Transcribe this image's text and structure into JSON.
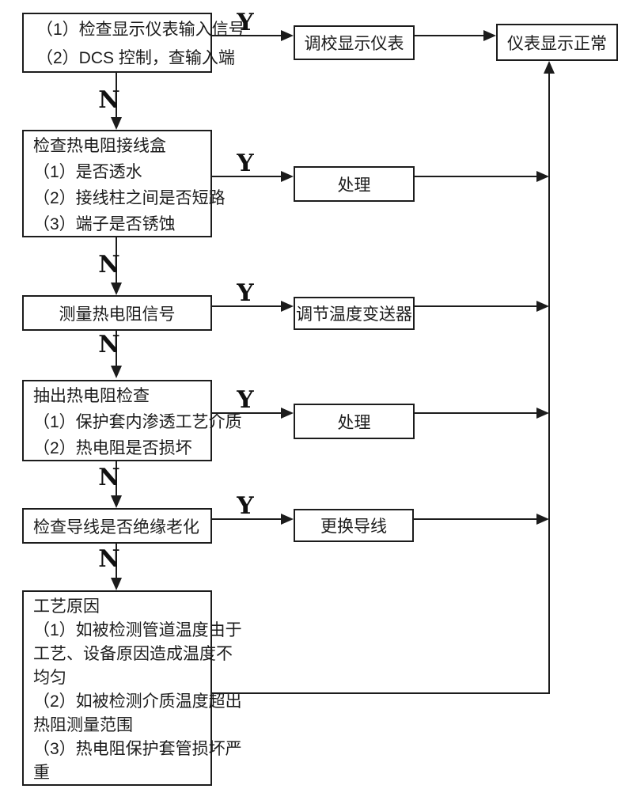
{
  "colors": {
    "ink": "#1c1c1c",
    "background": "#ffffff"
  },
  "flowchart": {
    "labels": {
      "yes": "Y",
      "no": "N"
    },
    "nodes": {
      "check_input": {
        "lines": [
          "（1）检查显示仪表输入信号",
          "（2）DCS 控制，查输入端"
        ]
      },
      "calibrate_display": {
        "label": "调校显示仪表"
      },
      "display_normal": {
        "label": "仪表显示正常"
      },
      "check_junction_box": {
        "lines": [
          "检查热电阻接线盒",
          "（1）是否透水",
          "（2）接线柱之间是否短路",
          "（3）端子是否锈蚀"
        ]
      },
      "handle_1": {
        "label": "处理"
      },
      "measure_signal": {
        "label": "测量热电阻信号"
      },
      "adjust_transmitter": {
        "label": "调节温度变送器"
      },
      "extract_check": {
        "lines": [
          "抽出热电阻检查",
          "（1）保护套内渗透工艺介质",
          "（2）热电阻是否损坏"
        ]
      },
      "handle_2": {
        "label": "处理"
      },
      "check_wire_aging": {
        "label": "检查导线是否绝缘老化"
      },
      "replace_wire": {
        "label": "更换导线"
      },
      "process_cause": {
        "lines": [
          "工艺原因",
          "（1）如被检测管道温度由于",
          "工艺、设备原因造成温度不",
          "均匀",
          "（2）如被检测介质温度超出",
          "热阻测量范围",
          "（3）热电阻保护套管损坏严",
          "重"
        ]
      }
    },
    "edges": [
      {
        "from": "check_input",
        "to": "calibrate_display",
        "label": "Y"
      },
      {
        "from": "calibrate_display",
        "to": "display_normal",
        "label": ""
      },
      {
        "from": "check_input",
        "to": "check_junction_box",
        "label": "N"
      },
      {
        "from": "check_junction_box",
        "to": "handle_1",
        "label": "Y"
      },
      {
        "from": "handle_1",
        "to": "display_normal",
        "label": ""
      },
      {
        "from": "check_junction_box",
        "to": "measure_signal",
        "label": "N"
      },
      {
        "from": "measure_signal",
        "to": "adjust_transmitter",
        "label": "Y"
      },
      {
        "from": "adjust_transmitter",
        "to": "display_normal",
        "label": ""
      },
      {
        "from": "measure_signal",
        "to": "extract_check",
        "label": "N"
      },
      {
        "from": "extract_check",
        "to": "handle_2",
        "label": "Y"
      },
      {
        "from": "handle_2",
        "to": "display_normal",
        "label": ""
      },
      {
        "from": "extract_check",
        "to": "check_wire_aging",
        "label": "N"
      },
      {
        "from": "check_wire_aging",
        "to": "replace_wire",
        "label": "Y"
      },
      {
        "from": "replace_wire",
        "to": "display_normal",
        "label": ""
      },
      {
        "from": "check_wire_aging",
        "to": "process_cause",
        "label": "N"
      },
      {
        "from": "process_cause",
        "to": "display_normal",
        "label": ""
      }
    ]
  }
}
